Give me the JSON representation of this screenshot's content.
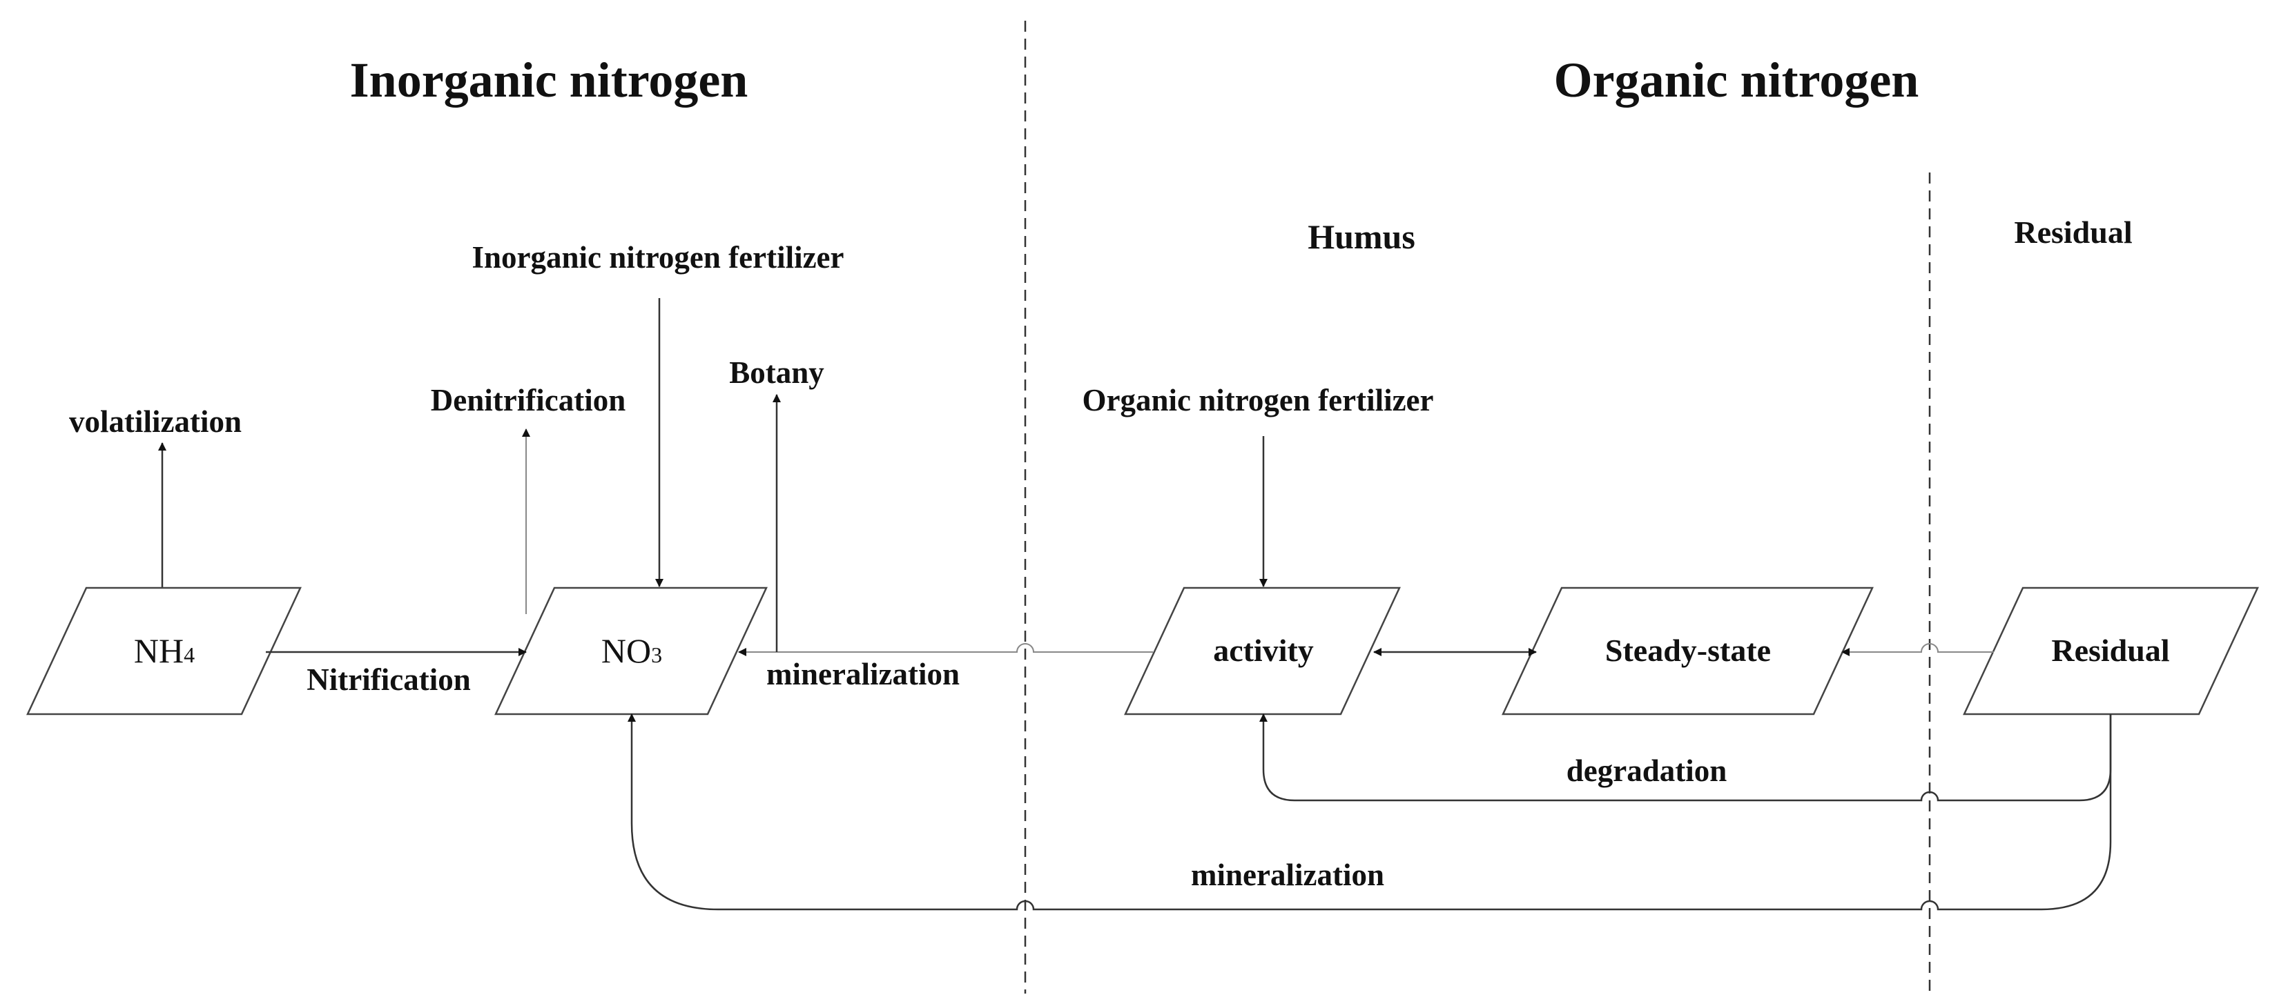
{
  "headers": {
    "inorganic": "Inorganic nitrogen",
    "organic": "Organic nitrogen"
  },
  "sections": {
    "humus": "Humus",
    "residual": "Residual"
  },
  "nodes": {
    "nh4": {
      "main": "NH",
      "sub": "4"
    },
    "no3": {
      "main": "NO",
      "sub": "3"
    },
    "activity": "activity",
    "steady": "Steady-state",
    "residual": "Residual"
  },
  "labels": {
    "volatilization": "volatilization",
    "denitrification": "Denitrification",
    "inorganic_fertilizer": "Inorganic nitrogen fertilizer",
    "botany": "Botany",
    "organic_fertilizer": "Organic nitrogen fertilizer",
    "nitrification": "Nitrification",
    "mineralization_upper": "mineralization",
    "degradation": "degradation",
    "mineralization_lower": "mineralization"
  }
}
